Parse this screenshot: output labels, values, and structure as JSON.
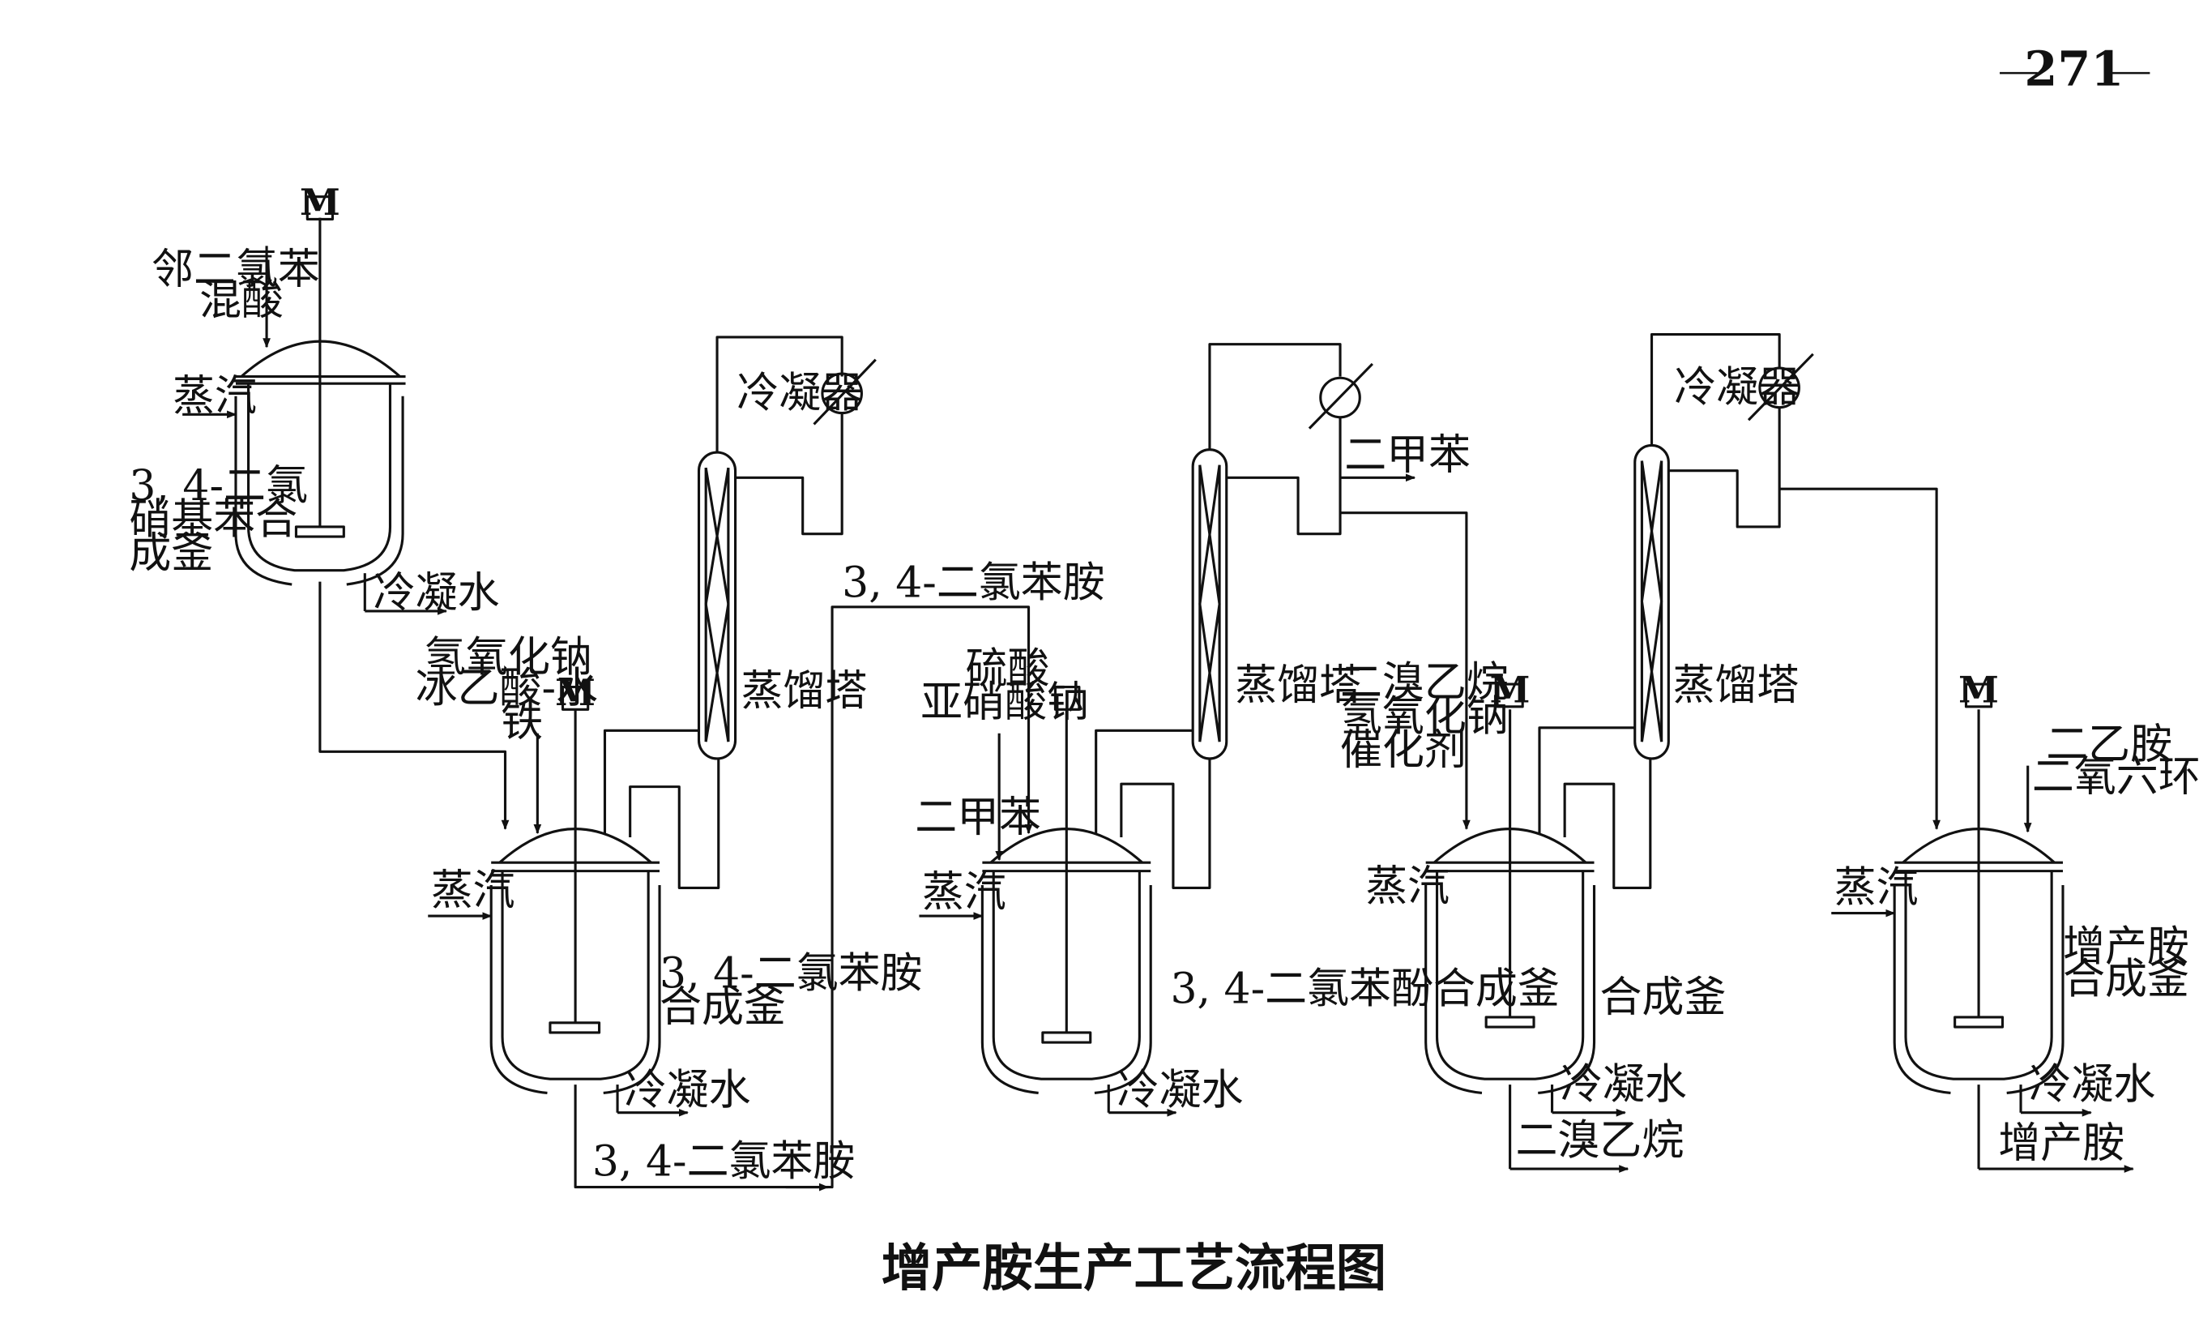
{
  "page_number": "271",
  "caption": "增产胺生产工艺流程图",
  "motor_label": "M",
  "labels": {
    "feed_1a": "邻二氯苯",
    "feed_1b": "混酸",
    "steam_1": "蒸汽",
    "reactor_1_a": "3, 4-二氯",
    "reactor_1_b": "硝基苯合",
    "reactor_1_c": "成釜",
    "cw_1": "冷凝水",
    "feed_2a": "氢氧化钠",
    "feed_2b": "冰乙酸-水",
    "feed_2c": "铁",
    "condenser_1": "冷凝器",
    "column_1": "蒸馏塔",
    "steam_2": "蒸汽",
    "reactor_2_a": "3,  4-二氯苯胺",
    "reactor_2_b": "合成釜",
    "cw_2": "冷凝水",
    "product_line": "3,  4-二氯苯胺",
    "top_line": "3,  4-二氯苯胺",
    "feed_3a": "硫酸",
    "feed_3b": "亚硝酸钠",
    "feed_3c": "二甲苯",
    "steam_3": "蒸汽",
    "column_2": "蒸馏塔",
    "xylene_out": "二甲苯",
    "reactor_3": "3, 4-二氯苯酚合成釜",
    "cw_3": "冷凝水",
    "feed_4a": "二溴乙烷",
    "feed_4b": "氢氧化钠",
    "feed_4c": "催化剂",
    "condenser_3": "冷凝器",
    "column_3": "蒸馏塔",
    "steam_4": "蒸汽",
    "reactor_4": "合成釜",
    "cw_4": "冷凝水",
    "dbe_out": "二溴乙烷",
    "feed_5a": "二乙胺",
    "feed_5b": "二氧六环",
    "steam_5": "蒸汽",
    "reactor_5_a": "增产胺",
    "reactor_5_b": "合成釜",
    "cw_5": "冷凝水",
    "final_product": "增产胺"
  }
}
